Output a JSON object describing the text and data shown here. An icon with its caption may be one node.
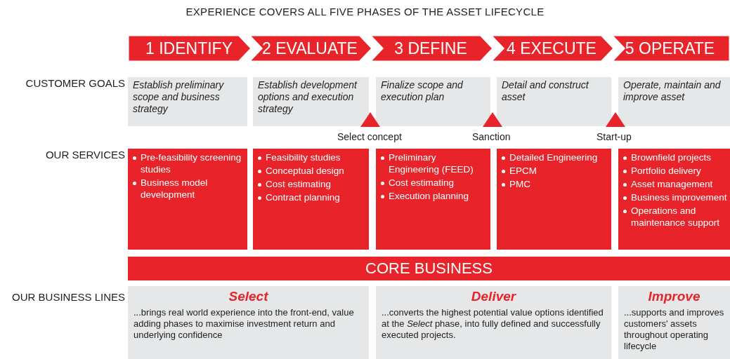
{
  "diagram": {
    "title": "EXPERIENCE COVERS ALL FIVE PHASES OF THE ASSET LIFECYCLE",
    "nodes": [
      {
        "text": [
          "1 IDENTIFY"
        ]
      },
      {
        "text": [
          "2 EVALUATE"
        ]
      },
      {
        "text": [
          "3 DEFINE"
        ]
      },
      {
        "text": [
          "4 EXECUTE"
        ]
      },
      {
        "text": [
          "5 OPERATE"
        ]
      },
      {
        "text": [
          "Establish preliminary scope and business strategy"
        ]
      },
      {
        "text": [
          "Establish development options and execution strategy"
        ]
      },
      {
        "text": [
          "Finalize scope and execution plan"
        ]
      },
      {
        "text": [
          "Detail and construct asset"
        ]
      },
      {
        "text": [
          "Operate, maintain and improve asset"
        ]
      },
      {
        "text": [
          "Pre-feasibility screening studies",
          "Business model development"
        ]
      },
      {
        "text": [
          "Feasibility studies",
          "Conceptual design",
          "Cost estimating",
          "Contract planning"
        ]
      },
      {
        "text": [
          "Preliminary Engineering (FEED)",
          "Cost estimating",
          "Execution planning"
        ]
      },
      {
        "text": [
          "Detailed Engineering",
          "EPCM",
          "PMC"
        ]
      },
      {
        "text": [
          "Brownfield projects",
          "Portfolio delivery",
          "Asset management",
          "Business improvement",
          "Operations and maintenance support"
        ]
      },
      {
        "text": [
          "CORE BUSINESS"
        ]
      },
      {
        "text": [
          "Select",
          "...brings real world experience into the front-end, value adding phases to maximise investment return and underlying confidence"
        ]
      },
      {
        "text": [
          "Deliver",
          "...converts the highest potential value options identified at the *Select* phase, into fully defined and successfully executed projects."
        ]
      },
      {
        "text": [
          "Improve",
          "...supports and improves customers' assets throughout operating lifecycle"
        ]
      }
    ],
    "edges": [],
    "labels": [
      "CUSTOMER GOALS",
      "Select concept",
      "Sanction",
      "Start-up",
      "OUR SERVICES",
      "OUR BUSINESS LINES"
    ]
  }
}
